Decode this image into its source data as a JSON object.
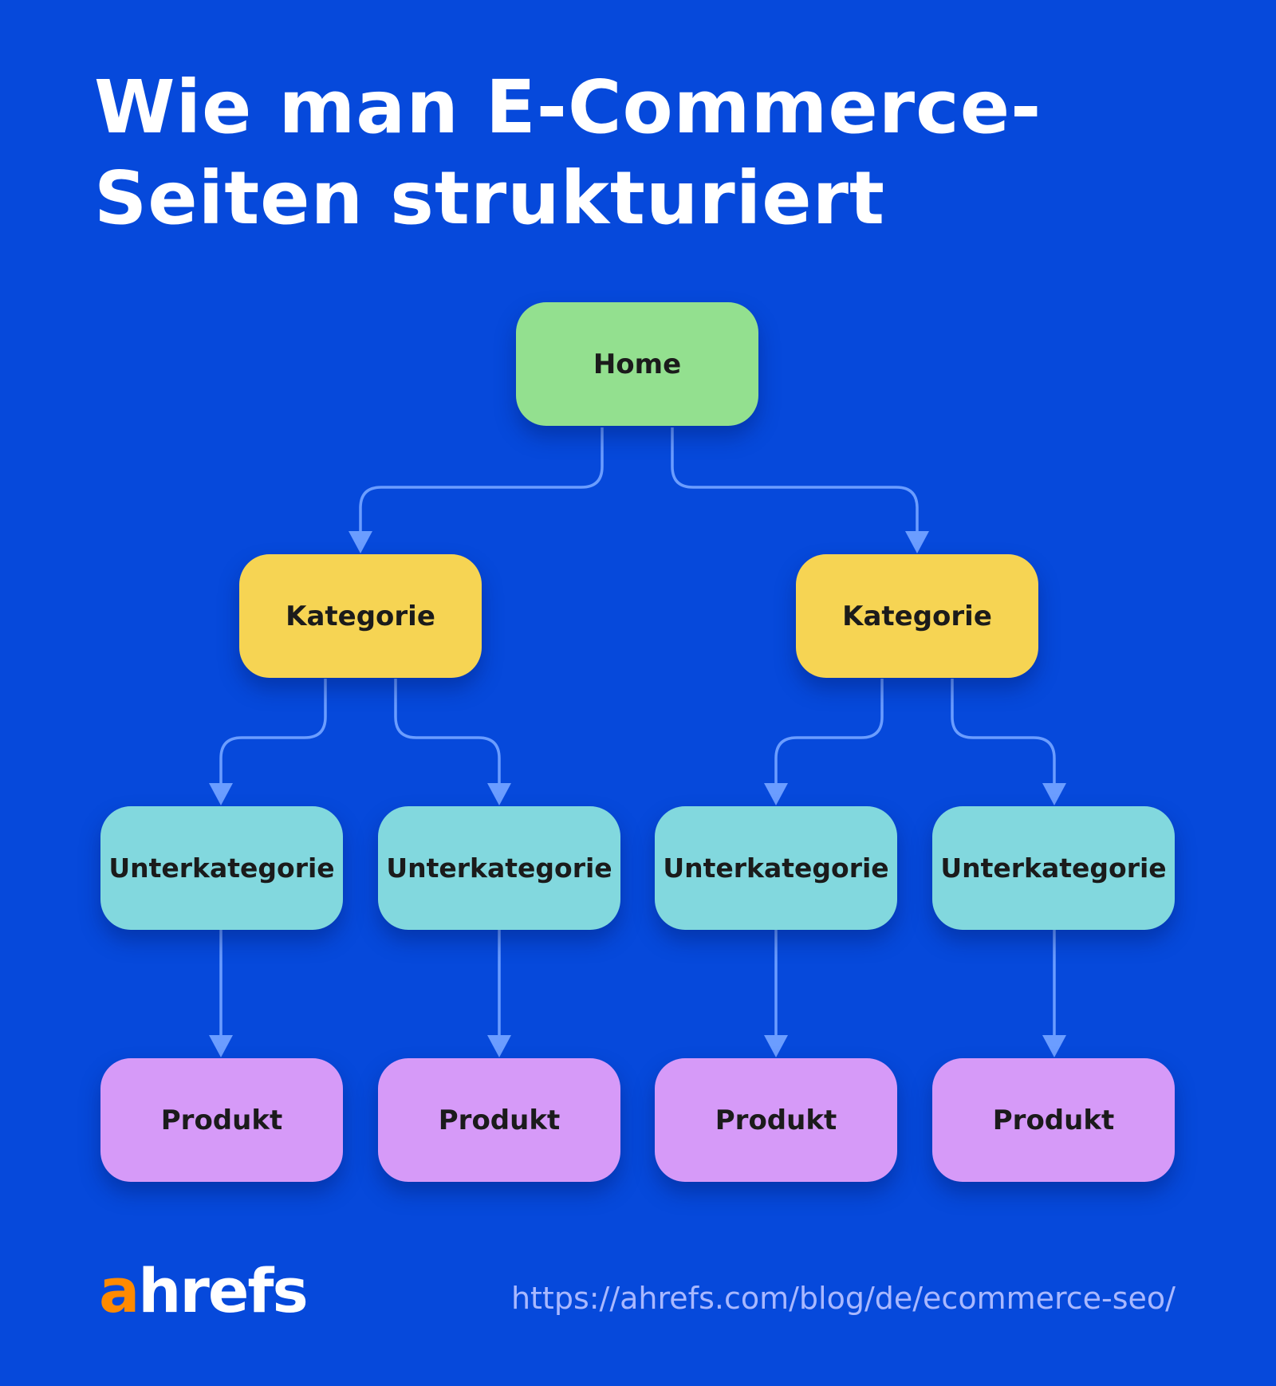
{
  "title": {
    "line1": "Wie man E-Commerce-",
    "line2": "Seiten strukturiert"
  },
  "tree": {
    "home": "Home",
    "categories": [
      "Kategorie",
      "Kategorie"
    ],
    "subcategories": [
      "Unterkategorie",
      "Unterkategorie",
      "Unterkategorie",
      "Unterkategorie"
    ],
    "products": [
      "Produkt",
      "Produkt",
      "Produkt",
      "Produkt"
    ]
  },
  "brand": {
    "logo_first": "a",
    "logo_rest": "hrefs",
    "url": "https://ahrefs.com/blog/de/ecommerce-seo/"
  },
  "colors": {
    "background": "#0649db",
    "home": "#93e08f",
    "category": "#f6d453",
    "subcategory": "#82d8de",
    "product": "#d69af8",
    "connector": "#6b9dff",
    "logo_accent": "#ff8a00"
  }
}
